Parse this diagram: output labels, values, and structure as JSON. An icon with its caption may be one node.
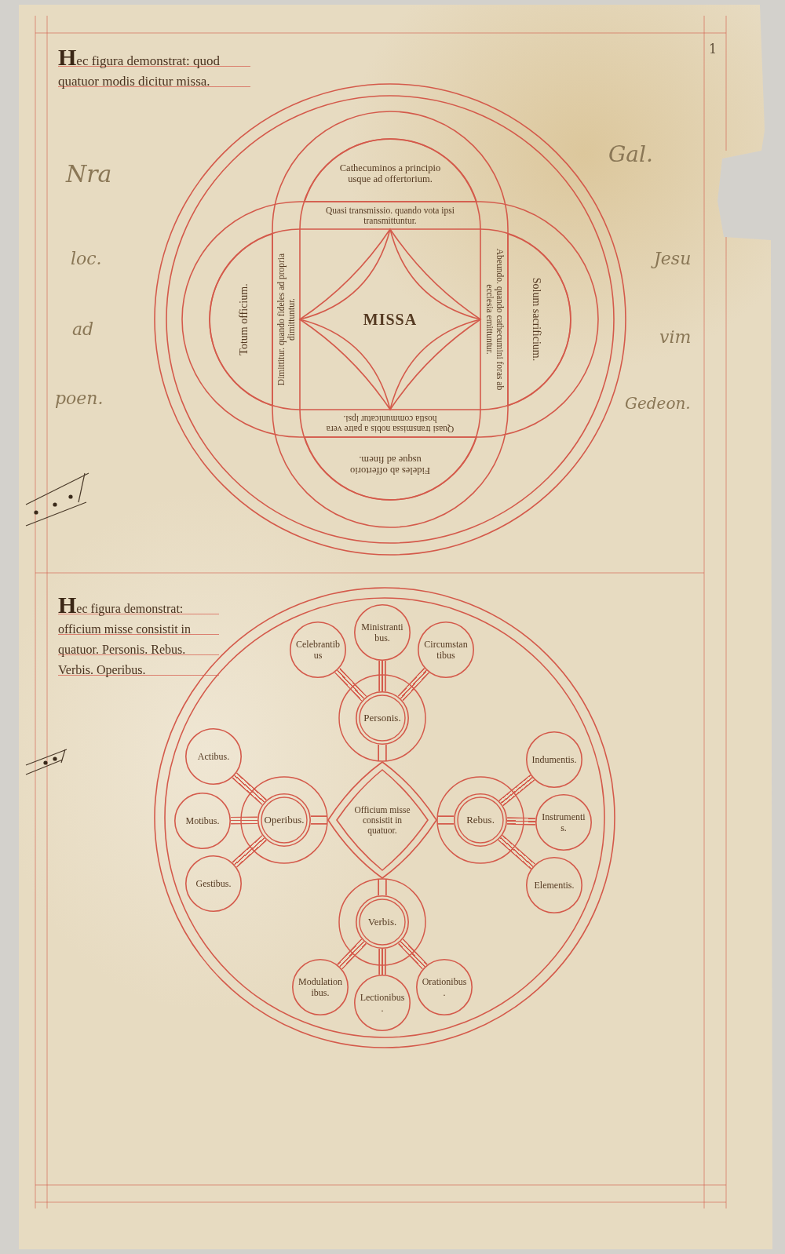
{
  "diagram": {
    "nodes": [
      {
        "text": [
          "Abeundo. quando cathecumini foras ab ecclesia emittuntur.",
          "Dimittitur. quando fideles ad propria dimittuntur."
        ]
      },
      {
        "text": [
          "Cathecuminos a principio usque ad offertorium."
        ],
        "in": 0
      },
      {
        "text": [
          "Quasi transmissio. quando vota ipsi transmittuntur.",
          "Quasi transmissa nobis a patre vera hostia communicatur ipsi."
        ]
      },
      {
        "text": [
          "Totum officium."
        ],
        "in": 2
      },
      {
        "text": [
          "MISSA"
        ]
      },
      {
        "text": [
          "Solum sacrificium."
        ],
        "in": 2
      },
      {
        "text": [
          "Fideles ab offertorio usque ad finem."
        ],
        "in": 0
      },
      {
        "text": [
          "Celebrantibus"
        ]
      },
      {
        "text": [
          "Ministrantibus."
        ]
      },
      {
        "text": [
          "Circumstantibus"
        ]
      },
      {
        "text": [
          "Personis."
        ]
      },
      {
        "text": [
          "Actibus."
        ]
      },
      {
        "text": [
          "Motibus."
        ]
      },
      {
        "text": [
          "Gestibus."
        ]
      },
      {
        "text": [
          "Operibus."
        ]
      },
      {
        "text": [
          "Officium misse consistit in quatuor."
        ]
      },
      {
        "text": [
          "Rebus."
        ]
      },
      {
        "text": [
          "Indumentis."
        ]
      },
      {
        "text": [
          "Instrumentis."
        ]
      },
      {
        "text": [
          "Elementis."
        ]
      },
      {
        "text": [
          "Verbis."
        ]
      },
      {
        "text": [
          "Modulationibus."
        ]
      },
      {
        "text": [
          "Lectionibus."
        ]
      },
      {
        "text": [
          "Orationibus."
        ]
      }
    ],
    "edges": [
      {
        "from": 15,
        "to": 10,
        "arrow": "none"
      },
      {
        "from": 15,
        "to": 16,
        "arrow": "none"
      },
      {
        "from": 15,
        "to": 20,
        "arrow": "none"
      },
      {
        "from": 15,
        "to": 14,
        "arrow": "none"
      },
      {
        "from": 10,
        "to": 7,
        "arrow": "none"
      },
      {
        "from": 10,
        "to": 8,
        "arrow": "none"
      },
      {
        "from": 10,
        "to": 9,
        "arrow": "none"
      },
      {
        "from": 16,
        "to": 17,
        "arrow": "none"
      },
      {
        "from": 16,
        "to": 18,
        "arrow": "none"
      },
      {
        "from": 16,
        "to": 19,
        "arrow": "none"
      },
      {
        "from": 20,
        "to": 21,
        "arrow": "none"
      },
      {
        "from": 20,
        "to": 22,
        "arrow": "none"
      },
      {
        "from": 20,
        "to": 23,
        "arrow": "none"
      },
      {
        "from": 14,
        "to": 11,
        "arrow": "none"
      },
      {
        "from": 14,
        "to": 12,
        "arrow": "none"
      },
      {
        "from": 14,
        "to": 13,
        "arrow": "none"
      }
    ],
    "labels": [
      "Hec figura demonstrat: quod quatuor modis dicitur missa.",
      "1",
      "Nra",
      "Gal.",
      "loc.",
      "Jesu",
      "ad",
      "vim",
      "poen.",
      "Gedeon.",
      "Hec figura demonstrat: officium misse consistit in quatuor. Personis. Rebus. Verbis. Operibus."
    ]
  }
}
